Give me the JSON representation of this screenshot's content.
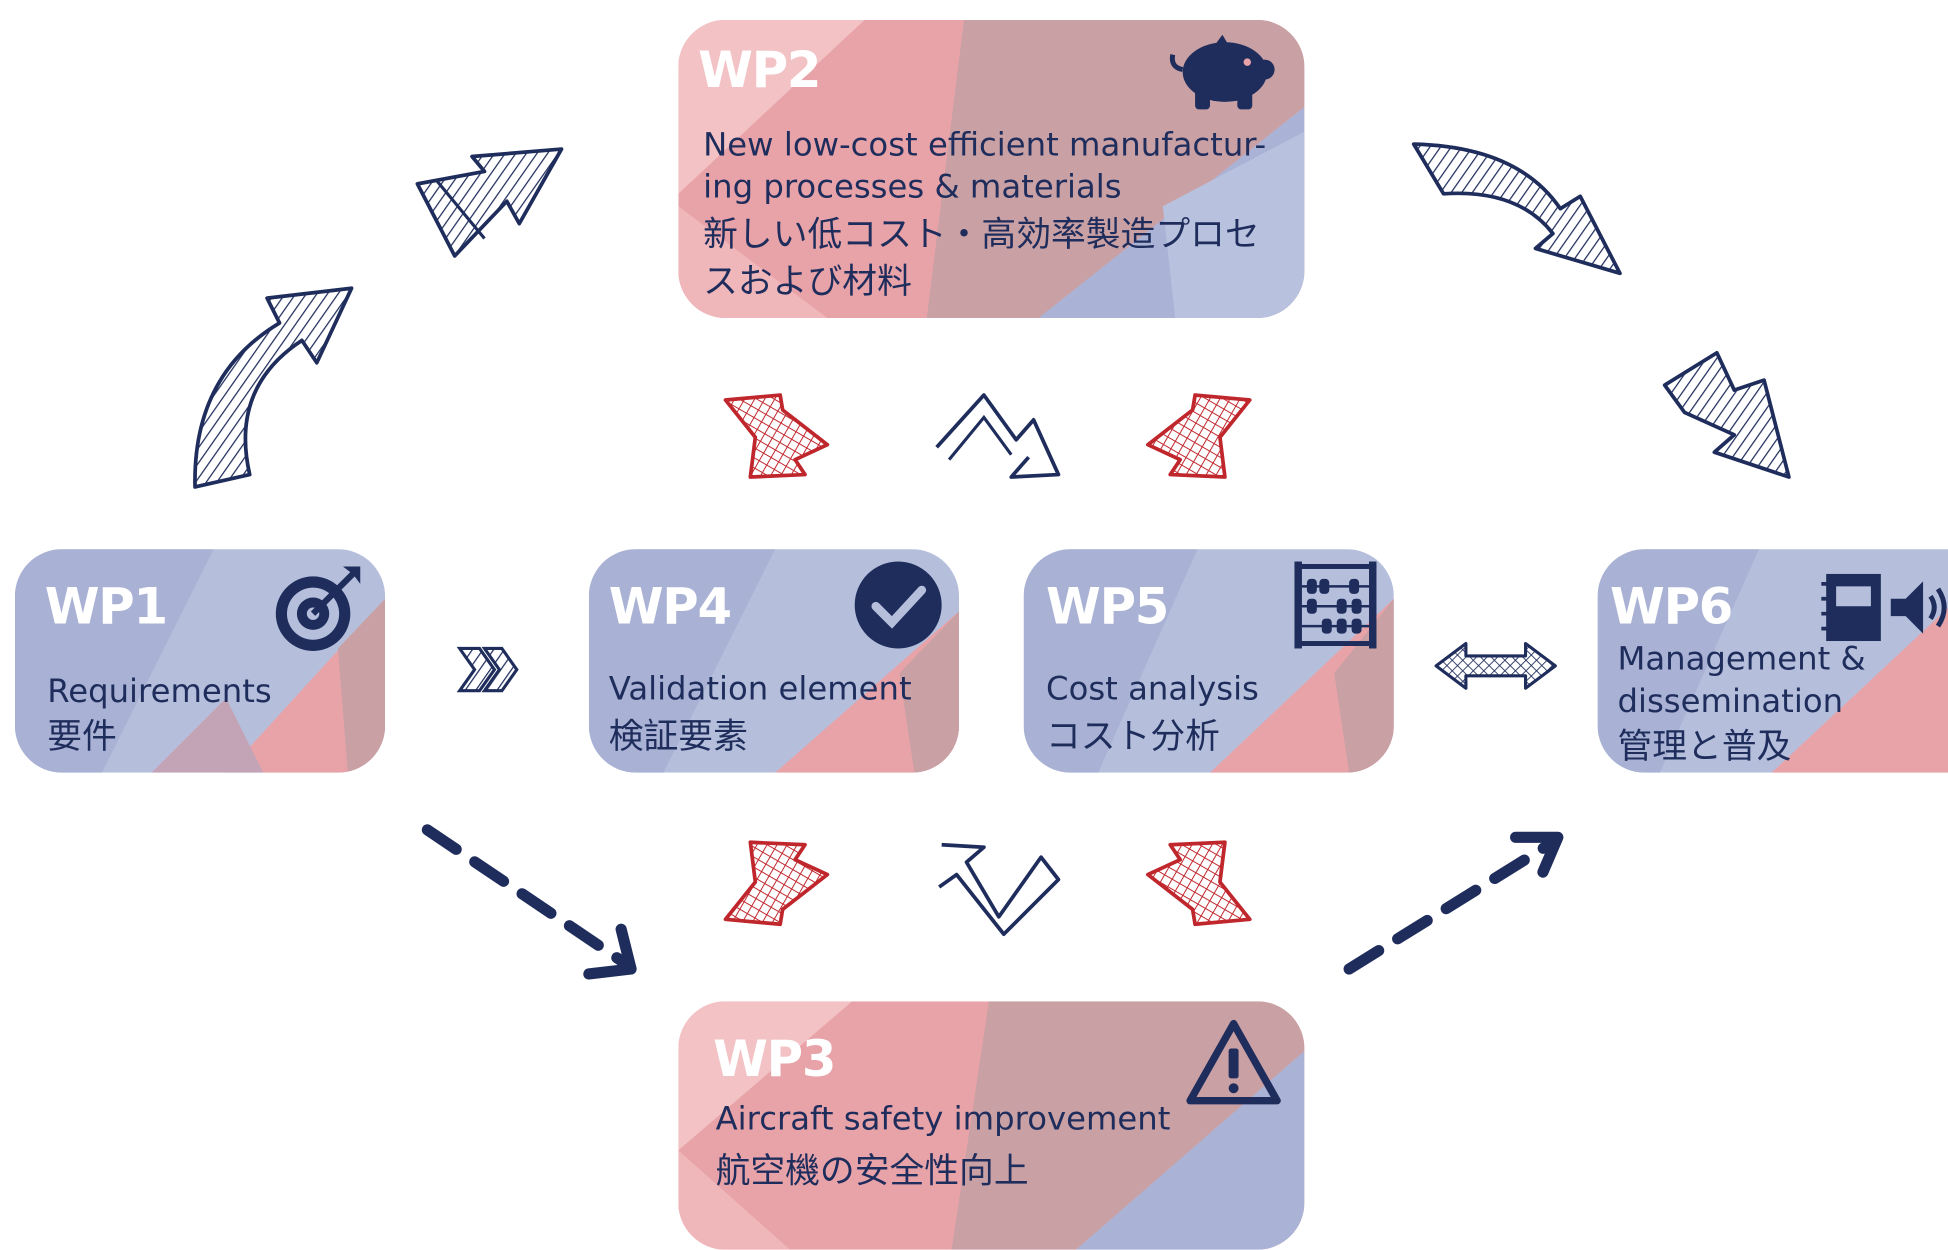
{
  "workpackages": {
    "wp1": {
      "label": "WP1",
      "en": "Requirements",
      "ja": "要件",
      "icon": "target-icon"
    },
    "wp2": {
      "label": "WP2",
      "en": "New low-cost efficient manufactur-\ning processes & materials",
      "ja": "新しい低コスト・高効率製造プロセ\nスおよび材料",
      "icon": "piggy-bank-icon"
    },
    "wp3": {
      "label": "WP3",
      "en": "Aircraft safety improvement",
      "ja": "航空機の安全性向上",
      "icon": "warning-icon"
    },
    "wp4": {
      "label": "WP4",
      "en": "Validation element",
      "ja": "検証要素",
      "icon": "checkmark-icon"
    },
    "wp5": {
      "label": "WP5",
      "en": "Cost analysis",
      "ja": "コスト分析",
      "icon": "abacus-icon"
    },
    "wp6": {
      "label": "WP6",
      "en": "Management &\ndissemination",
      "ja": "管理と普及",
      "icon": "notebook-megaphone-icon"
    }
  },
  "colors": {
    "navy": "#1f2d5c",
    "red": "#c0272d",
    "pink": "#e8a3a8",
    "blue": "#b5bfdc"
  }
}
